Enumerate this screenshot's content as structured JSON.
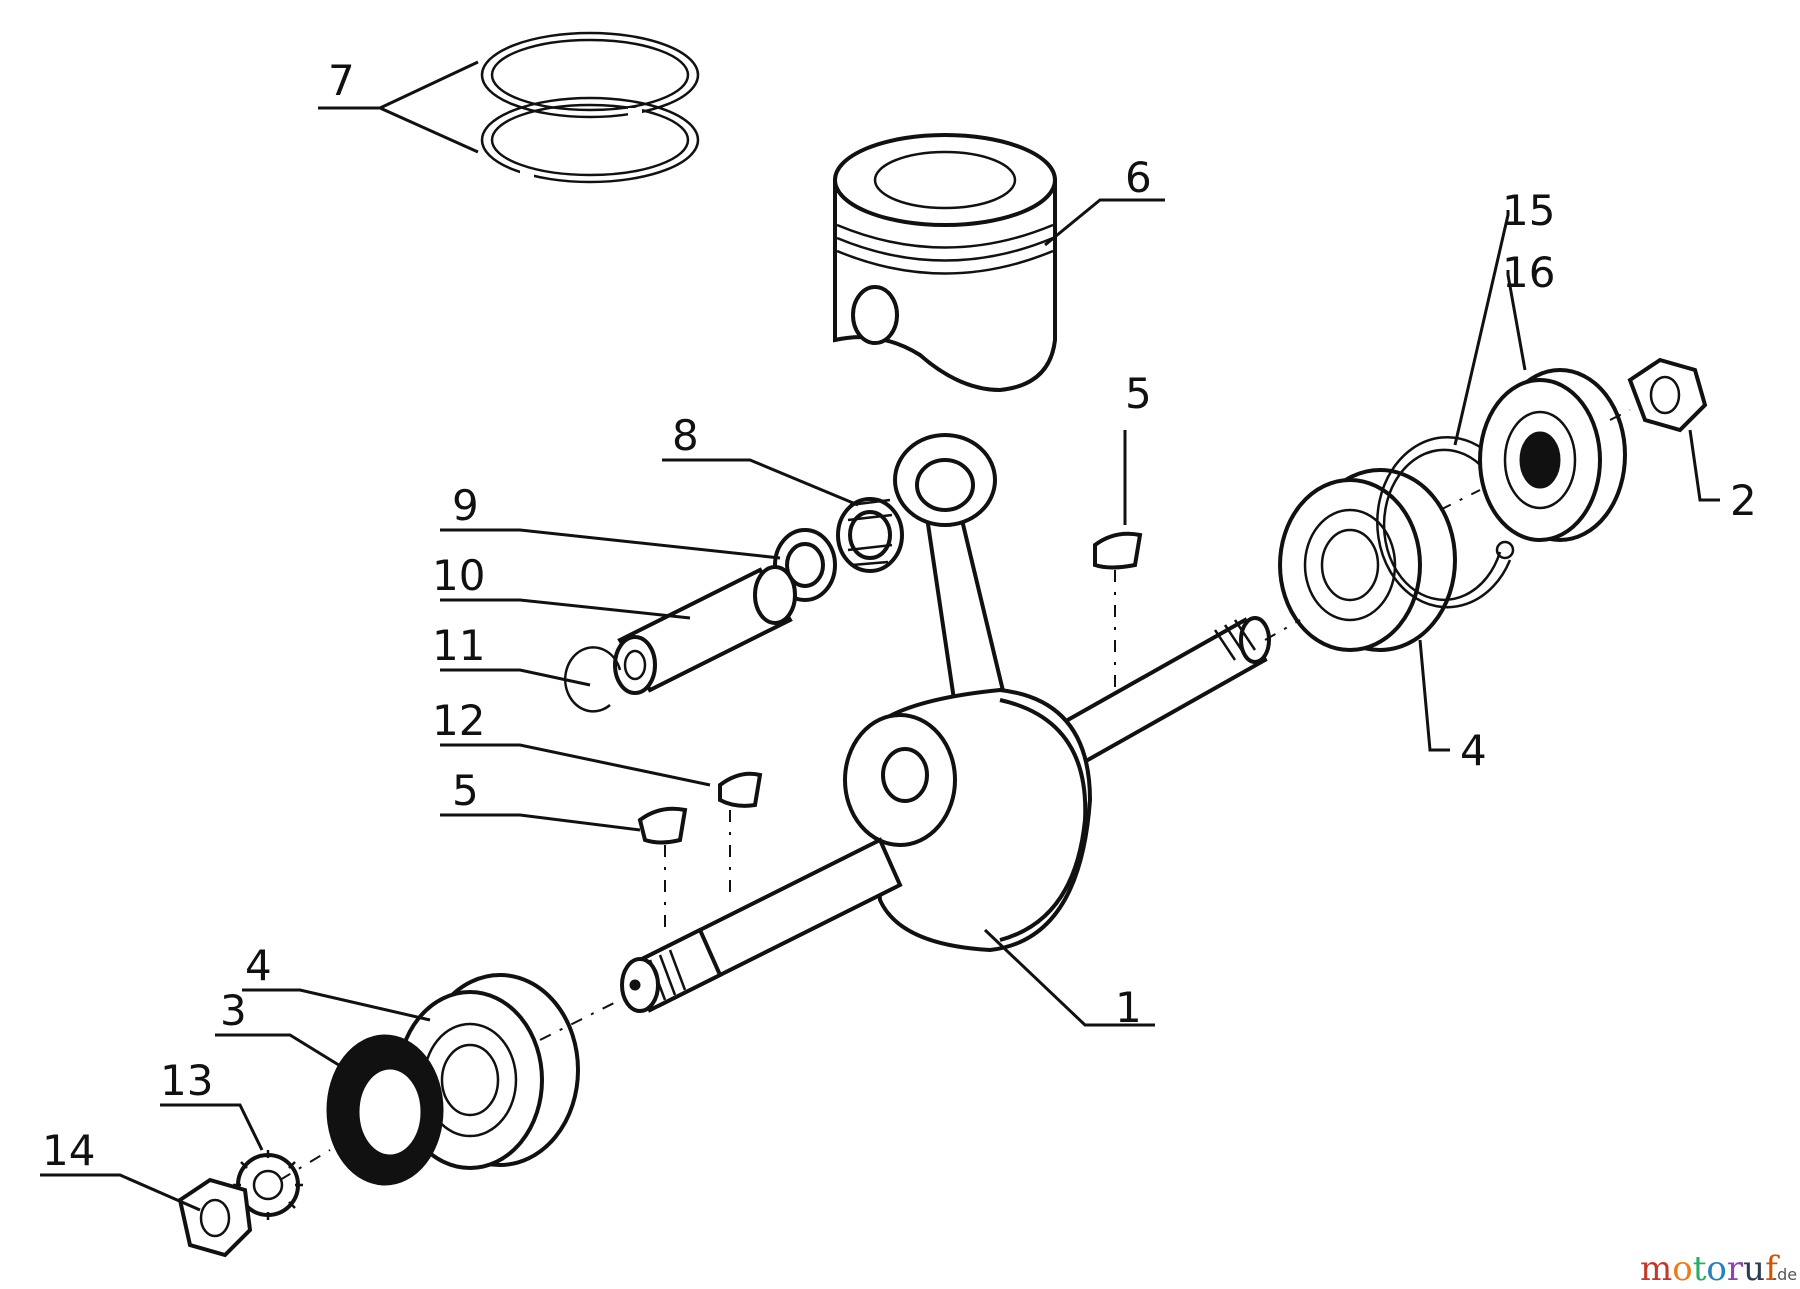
{
  "watermark": {
    "name": "motoruf",
    "tld": ".de",
    "colors": {
      "m": "#c0392b",
      "o1": "#e67e22",
      "t": "#27ae60",
      "o2": "#2980b9",
      "r": "#8e44ad",
      "u": "#2c3e50",
      "f": "#d35400"
    }
  },
  "callouts": {
    "p1": "1",
    "p2": "2",
    "p3": "3",
    "p4_right": "4",
    "p4_left": "4",
    "p5_top": "5",
    "p5_left": "5",
    "p6": "6",
    "p7": "7",
    "p8": "8",
    "p9": "9",
    "p10": "10",
    "p11": "11",
    "p12": "12",
    "p13": "13",
    "p14": "14",
    "p15": "15",
    "p16": "16"
  }
}
